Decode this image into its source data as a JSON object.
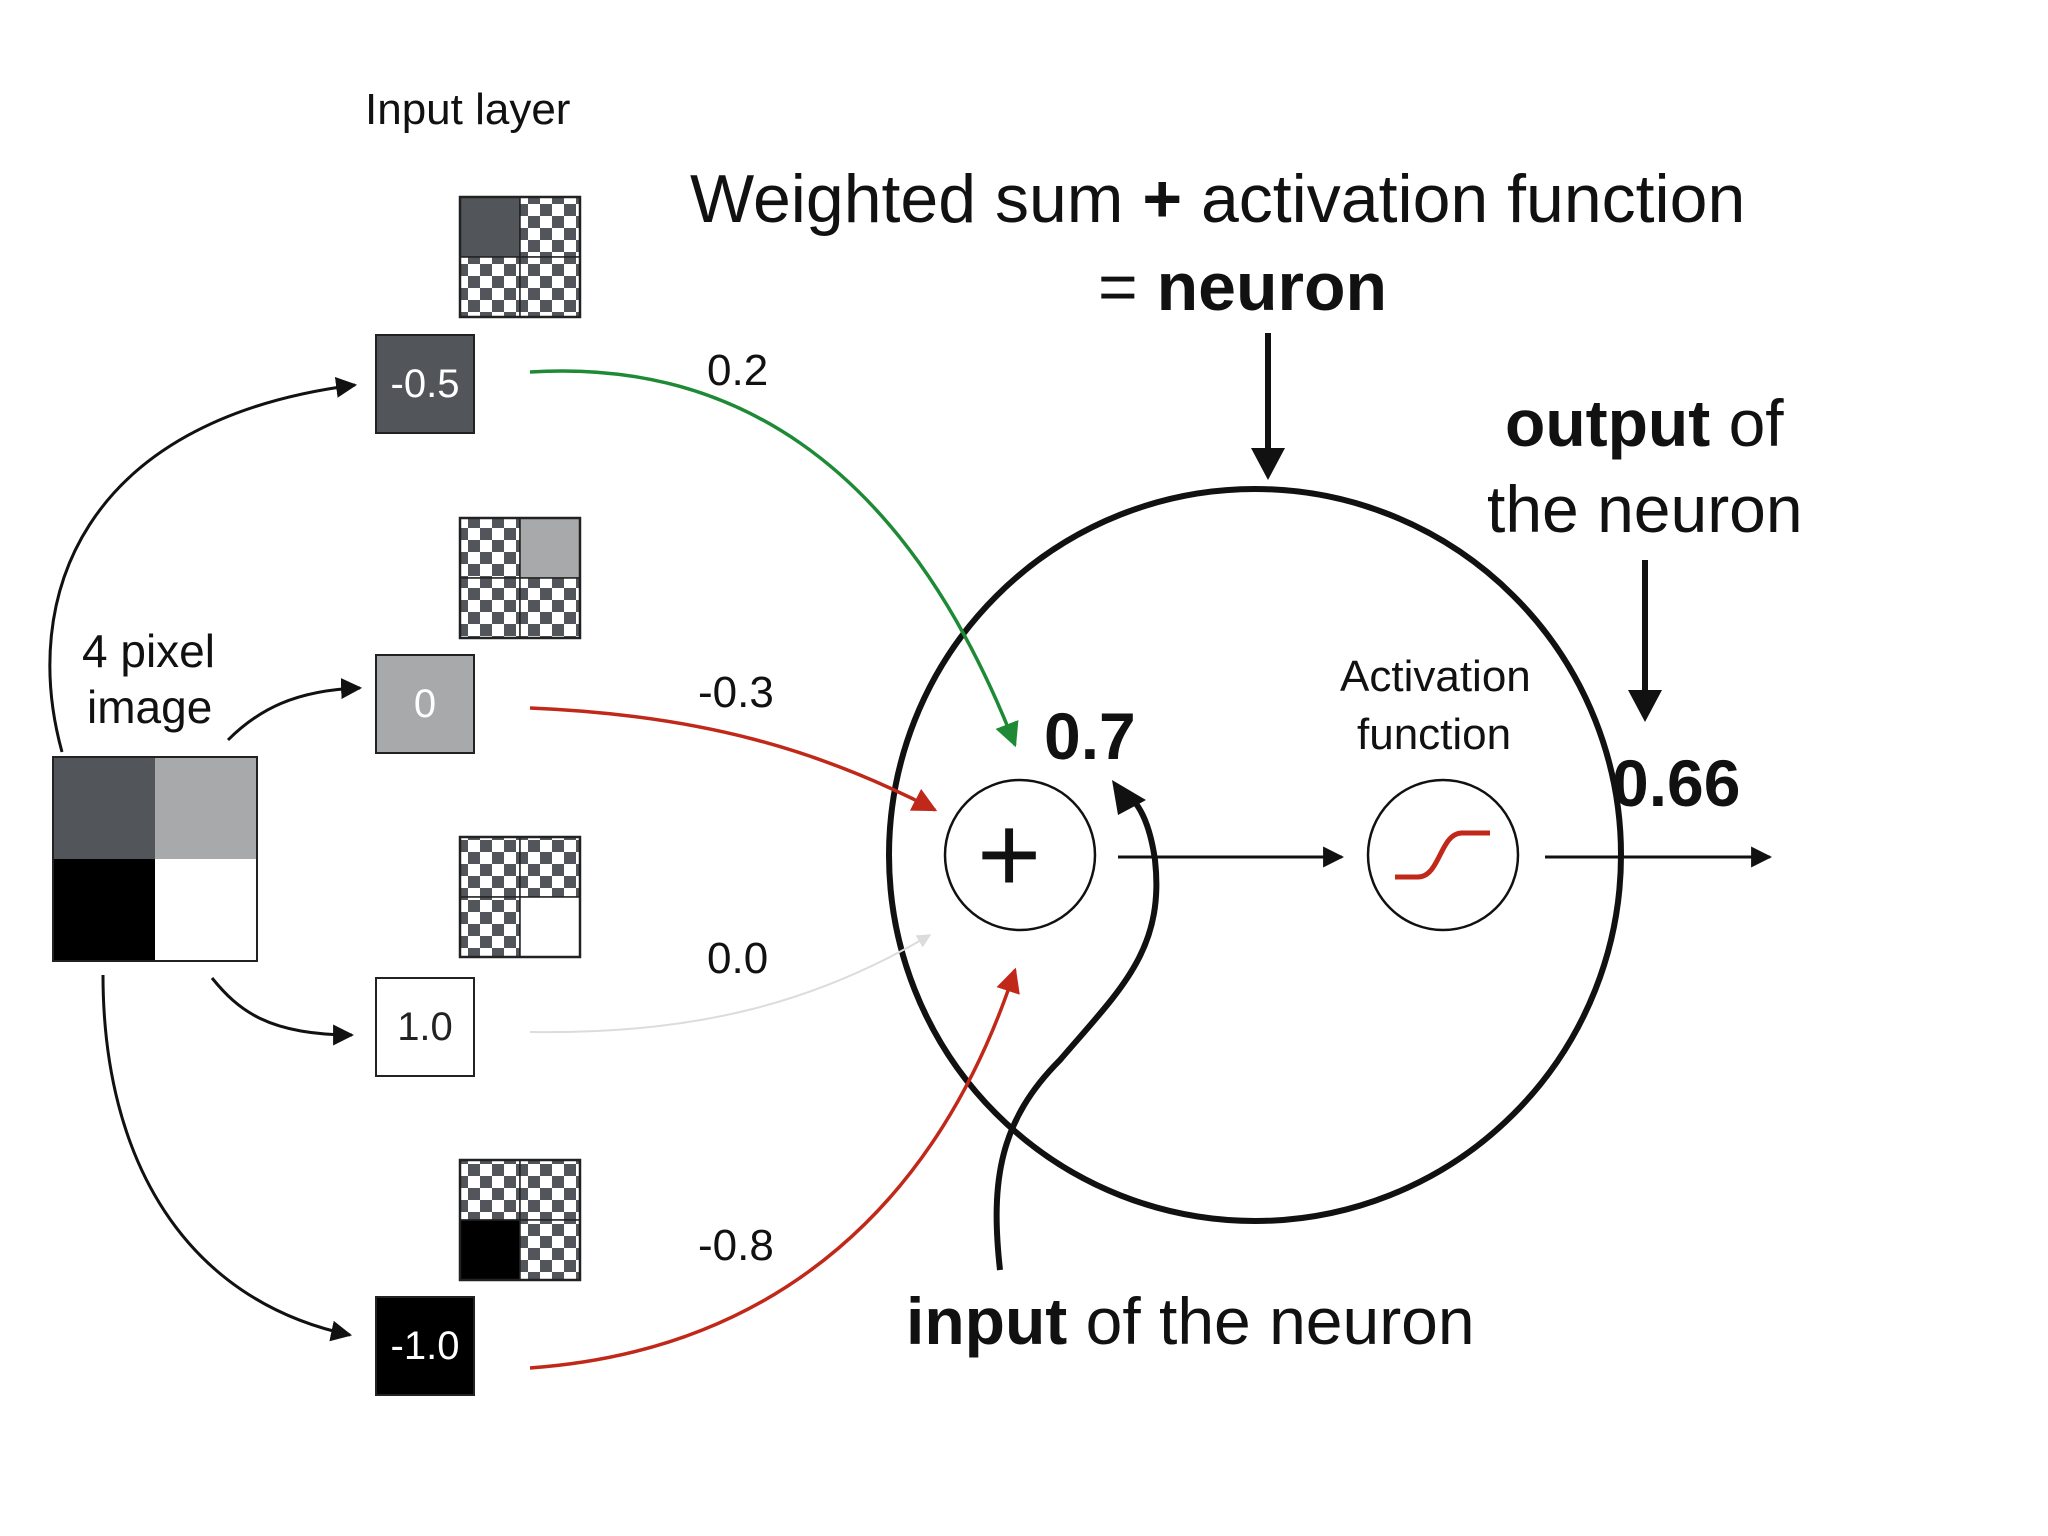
{
  "title": {
    "line1_pre": "Weighted sum",
    "line1_plus": "+",
    "line1_post": "activation function",
    "line2_eq": "=",
    "line2_bold": "neuron"
  },
  "input_layer_label": "Input layer",
  "image_label": [
    "4 pixel",
    "image"
  ],
  "pixels": {
    "colors": [
      "#52565b",
      "#a7a9ab",
      "#000000",
      "#ffffff"
    ]
  },
  "inputs": [
    {
      "value": "-0.5",
      "weight": "0.2",
      "fill": "#52565b",
      "text_color": "#ffffff",
      "arrow_color": "#1e8a36",
      "mask_highlight": 0
    },
    {
      "value": "0",
      "weight": "-0.3",
      "fill": "#a7a9ab",
      "text_color": "#ffffff",
      "arrow_color": "#c0291a",
      "mask_highlight": 1
    },
    {
      "value": "1.0",
      "weight": "0.0",
      "fill": "#ffffff",
      "text_color": "#222222",
      "arrow_color": "#dcdcdc",
      "mask_highlight": 3
    },
    {
      "value": "-1.0",
      "weight": "-0.8",
      "fill": "#000000",
      "text_color": "#ffffff",
      "arrow_color": "#c0291a",
      "mask_highlight": 2
    }
  ],
  "sum": {
    "symbol": "+",
    "value": "0.7"
  },
  "activation": {
    "label": [
      "Activation",
      "function"
    ],
    "curve_color": "#c0291a"
  },
  "output": {
    "label_bold": "output",
    "label_rest": "of",
    "label_line2": "the neuron",
    "value": "0.66"
  },
  "input_note": {
    "bold": "input",
    "rest": "of the neuron"
  }
}
